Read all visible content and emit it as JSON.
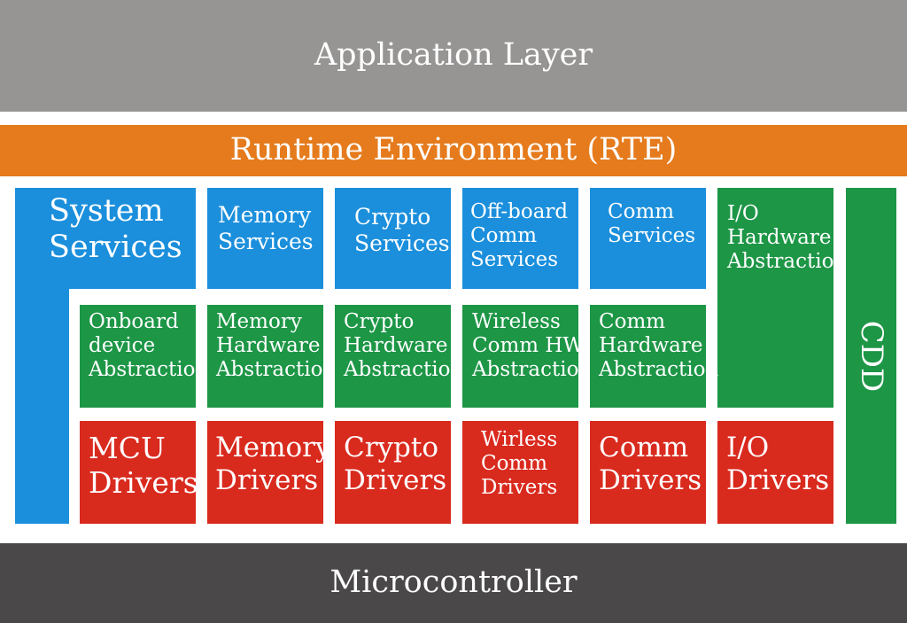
{
  "layers": {
    "application": "Application Layer",
    "rte": "Runtime Environment (RTE)",
    "microcontroller": "Microcontroller",
    "cdd": "CDD"
  },
  "services": {
    "system": "System\nServices",
    "memory": "Memory\nServices",
    "crypto": "Crypto\nServices",
    "offboard": "Off-board\nComm\nServices",
    "comm": "Comm\nServices",
    "io_hw_abstraction": "I/O\nHardware\nAbstraction"
  },
  "abstraction": {
    "onboard": "Onboard\ndevice\nAbstraction",
    "memory": "Memory\nHardware\nAbstraction",
    "crypto": "Crypto\nHardware\nAbstraction",
    "wireless": "Wireless\nComm HW\nAbstraction",
    "comm": "Comm\nHardware\nAbstraction"
  },
  "drivers": {
    "mcu": "MCU\nDrivers",
    "memory": "Memory\nDrivers",
    "crypto": "Crypto\nDrivers",
    "wireless": "Wirless\nComm\nDrivers",
    "comm": "Comm\nDrivers",
    "io": "I/O\nDrivers"
  },
  "colors": {
    "application": "#969594",
    "rte": "#e57b1d",
    "services": "#1b8fdc",
    "abstraction": "#1d9646",
    "drivers": "#d92a1e",
    "microcontroller": "#4a4849"
  }
}
